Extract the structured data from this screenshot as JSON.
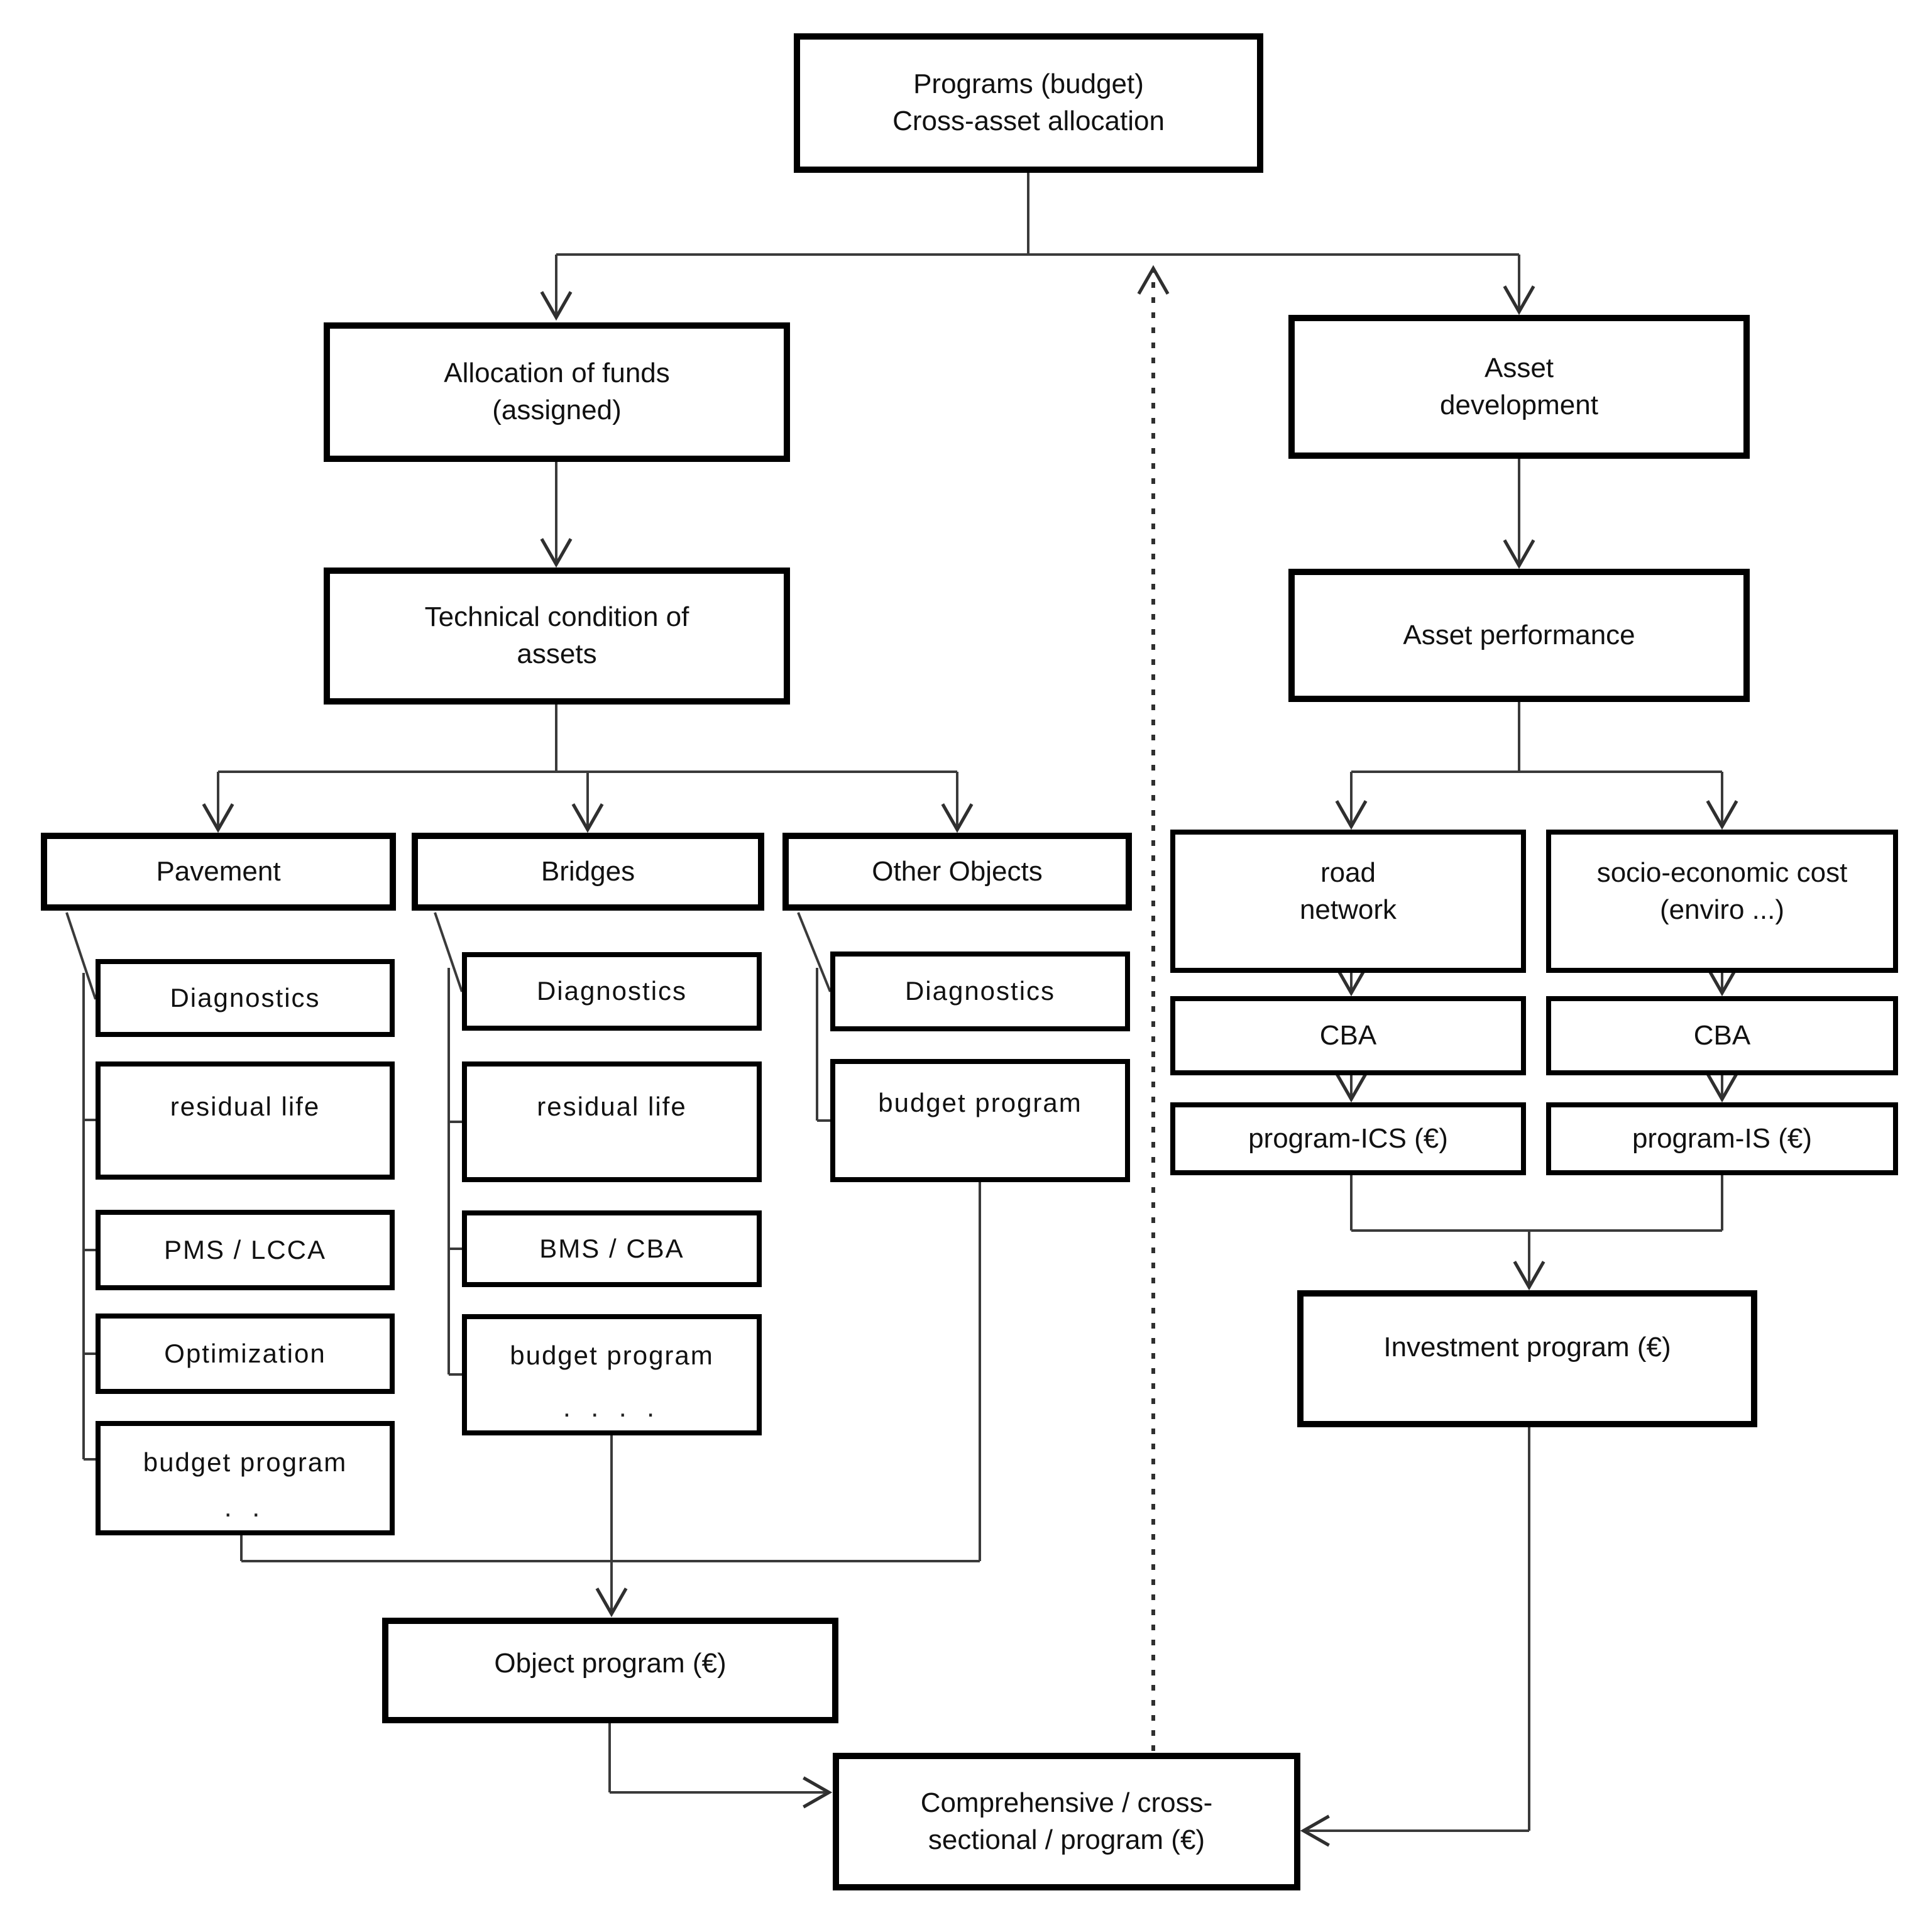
{
  "title": "Cross-asset budget allocation flowchart",
  "colors": {
    "background": "#ffffff",
    "box_border": "#000000",
    "connector": "#3a3a3a",
    "text": "#111111"
  },
  "nodes": {
    "programs": {
      "label": "Programs (budget)\nCross-asset allocation"
    },
    "allocation": {
      "label": "Allocation of funds\n(assigned)"
    },
    "technical": {
      "label": "Technical condition of\nassets"
    },
    "pavement": {
      "label": "Pavement"
    },
    "bridges": {
      "label": "Bridges"
    },
    "other_objects": {
      "label": "Other Objects"
    },
    "pav_diagnostics": {
      "label": "Diagnostics"
    },
    "pav_residual_life": {
      "label": "residual life"
    },
    "pav_pms_lcca": {
      "label": "PMS / LCCA"
    },
    "pav_optimization": {
      "label": "Optimization"
    },
    "pav_budget": {
      "label": "budget program",
      "dots": ". ."
    },
    "br_diagnostics": {
      "label": "Diagnostics"
    },
    "br_residual_life": {
      "label": "residual life"
    },
    "br_bms_cba": {
      "label": "BMS / CBA"
    },
    "br_budget": {
      "label": "budget program",
      "dots": ". . . ."
    },
    "oo_diagnostics": {
      "label": "Diagnostics"
    },
    "oo_budget": {
      "label": "budget program"
    },
    "asset_development": {
      "label": "Asset\ndevelopment"
    },
    "asset_performance": {
      "label": "Asset performance"
    },
    "road_network": {
      "label": "road\nnetwork"
    },
    "socio_economic": {
      "label": "socio-economic cost\n(enviro ...)"
    },
    "cba_road": {
      "label": "CBA"
    },
    "cba_socio": {
      "label": "CBA"
    },
    "program_ics": {
      "label": "program-ICS (€)"
    },
    "program_is": {
      "label": "program-IS (€)"
    },
    "investment": {
      "label": "Investment program (€)"
    },
    "object_program": {
      "label": "Object program (€)"
    },
    "comprehensive": {
      "label": "Comprehensive / cross-\nsectional / program (€)"
    }
  }
}
